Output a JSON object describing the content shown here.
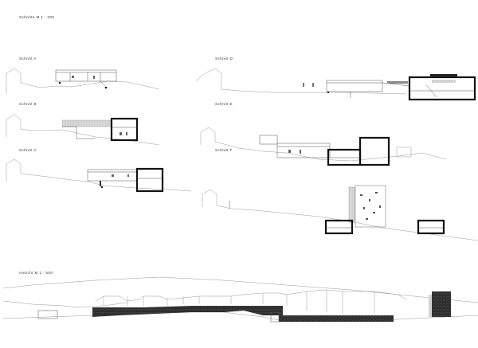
{
  "sheet": {
    "title": "Schnitte M 1 : 200",
    "elevation_title": "Ansicht M 1 : 500"
  },
  "sections": [
    {
      "key": "a",
      "label": "Schnitt A"
    },
    {
      "key": "b",
      "label": "Schnitt B"
    },
    {
      "key": "c",
      "label": "Schnitt C"
    },
    {
      "key": "d",
      "label": "Schnitt D"
    },
    {
      "key": "e",
      "label": "Schnitt E"
    },
    {
      "key": "f",
      "label": "Schnitt F"
    }
  ]
}
